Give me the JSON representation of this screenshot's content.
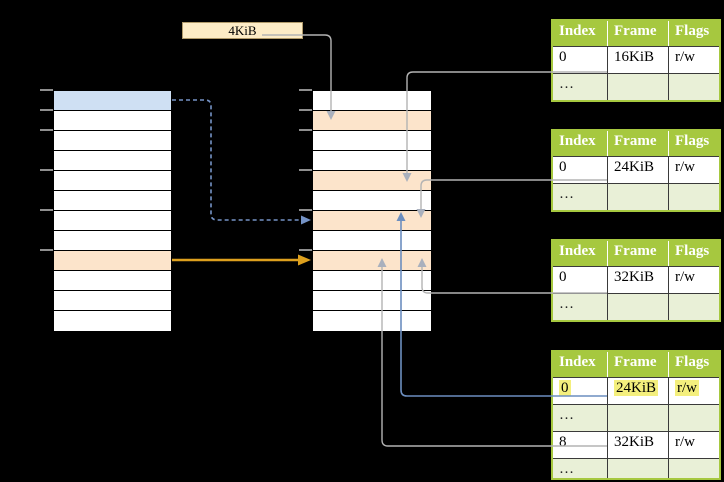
{
  "page_size_label": "4KiB",
  "left_column": {
    "rows": [
      "blue",
      "white",
      "white",
      "white",
      "white",
      "white",
      "white",
      "white",
      "orange",
      "white",
      "white",
      "white"
    ]
  },
  "middle_column": {
    "rows": [
      "white",
      "orange",
      "white",
      "white",
      "orange",
      "white",
      "orange",
      "white",
      "orange",
      "white",
      "white",
      "white"
    ]
  },
  "tables": [
    {
      "headers": [
        "Index",
        "Frame",
        "Flags"
      ],
      "rows": [
        {
          "type": "value",
          "cells": [
            "0",
            "16KiB",
            "r/w"
          ],
          "highlight": false
        },
        {
          "type": "ellipsis",
          "cells": [
            "…",
            "",
            ""
          ],
          "highlight": false
        }
      ]
    },
    {
      "headers": [
        "Index",
        "Frame",
        "Flags"
      ],
      "rows": [
        {
          "type": "value",
          "cells": [
            "0",
            "24KiB",
            "r/w"
          ],
          "highlight": false
        },
        {
          "type": "ellipsis",
          "cells": [
            "…",
            "",
            ""
          ],
          "highlight": false
        }
      ]
    },
    {
      "headers": [
        "Index",
        "Frame",
        "Flags"
      ],
      "rows": [
        {
          "type": "value",
          "cells": [
            "0",
            "32KiB",
            "r/w"
          ],
          "highlight": false
        },
        {
          "type": "ellipsis",
          "cells": [
            "…",
            "",
            ""
          ],
          "highlight": false
        }
      ]
    },
    {
      "headers": [
        "Index",
        "Frame",
        "Flags"
      ],
      "rows": [
        {
          "type": "value",
          "cells": [
            "0",
            "24KiB",
            "r/w"
          ],
          "highlight": true
        },
        {
          "type": "ellipsis",
          "cells": [
            "…",
            "",
            ""
          ],
          "highlight": false
        },
        {
          "type": "value",
          "cells": [
            "8",
            "32KiB",
            "r/w"
          ],
          "highlight": false
        },
        {
          "type": "ellipsis",
          "cells": [
            "…",
            "",
            ""
          ],
          "highlight": false
        }
      ]
    }
  ],
  "connectors": [
    {
      "from": "4KiB label",
      "to": "middle column row 2",
      "style": "gray solid"
    },
    {
      "from": "table 1 row 0 (16KiB)",
      "to": "middle column row 5",
      "style": "gray solid"
    },
    {
      "from": "table 2 row 0 (24KiB)",
      "to": "middle column row 7",
      "style": "gray solid"
    },
    {
      "from": "table 3 row 0 (32KiB)",
      "to": "middle column row 9",
      "style": "gray solid"
    },
    {
      "from": "table 4 row 0 (24KiB)",
      "to": "middle column row 7",
      "style": "blue solid"
    },
    {
      "from": "table 4 row 8 (32KiB)",
      "to": "middle column row 9",
      "style": "gray solid"
    },
    {
      "from": "left column row 1",
      "to": "middle column row 7",
      "style": "blue dashed"
    },
    {
      "from": "left column row 9",
      "to": "middle column row 9",
      "style": "orange solid"
    }
  ],
  "colors": {
    "background": "#000000",
    "row_blue": "#cfe0f3",
    "row_orange": "#fce4cb",
    "label_box_fill": "#fdecc6",
    "table_green": "#a6c83f",
    "table_row_green": "#e9f0d7",
    "highlight_yellow": "#f4ef7d",
    "arrow_gray": "#b3b3b3",
    "arrow_blue": "#6c8ebf",
    "arrow_orange": "#dda01e"
  }
}
